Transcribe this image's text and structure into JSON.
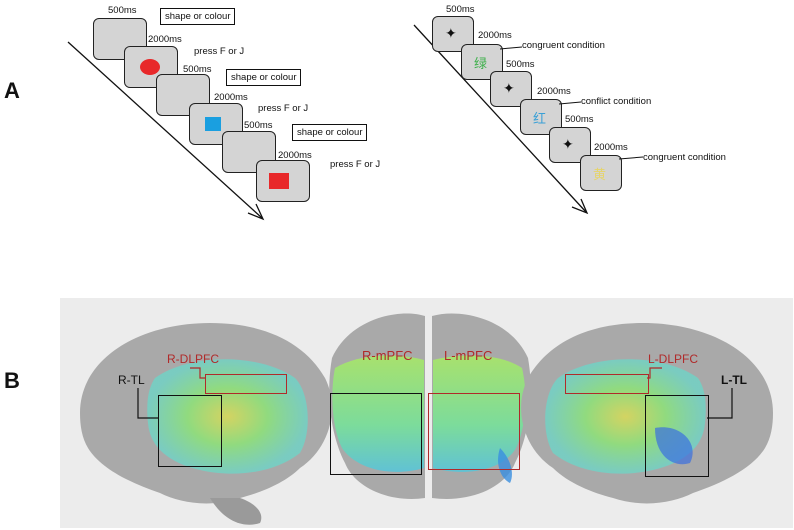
{
  "panels": {
    "a": "A",
    "b": "B"
  },
  "task_left": {
    "t1": "500ms",
    "cue1": "shape or colour",
    "t2": "2000ms",
    "resp1": "press F or J",
    "t3": "500ms",
    "cue2": "shape or colour",
    "t4": "2000ms",
    "resp2": "press F or J",
    "t5": "500ms",
    "cue3": "shape or colour",
    "t6": "2000ms",
    "resp3": "press F or J"
  },
  "task_right": {
    "t1": "500ms",
    "t2": "2000ms",
    "cond1": "congruent condition",
    "char1": "绿",
    "t3": "500ms",
    "t4": "2000ms",
    "cond2": "conflict condition",
    "char2": "红",
    "t5": "500ms",
    "t6": "2000ms",
    "cond3": "congruent condition",
    "char3": "黄"
  },
  "brain": {
    "r_tl": "R-TL",
    "r_dlpfc": "R-DLPFC",
    "r_mpfc": "R-mPFC",
    "l_mpfc": "L-mPFC",
    "l_dlpfc": "L-DLPFC",
    "l_tl": "L-TL"
  },
  "colors": {
    "red_stimulus": "#e8282a",
    "blue_stimulus": "#1a9fe0",
    "roi_red": "#b02a2a"
  }
}
